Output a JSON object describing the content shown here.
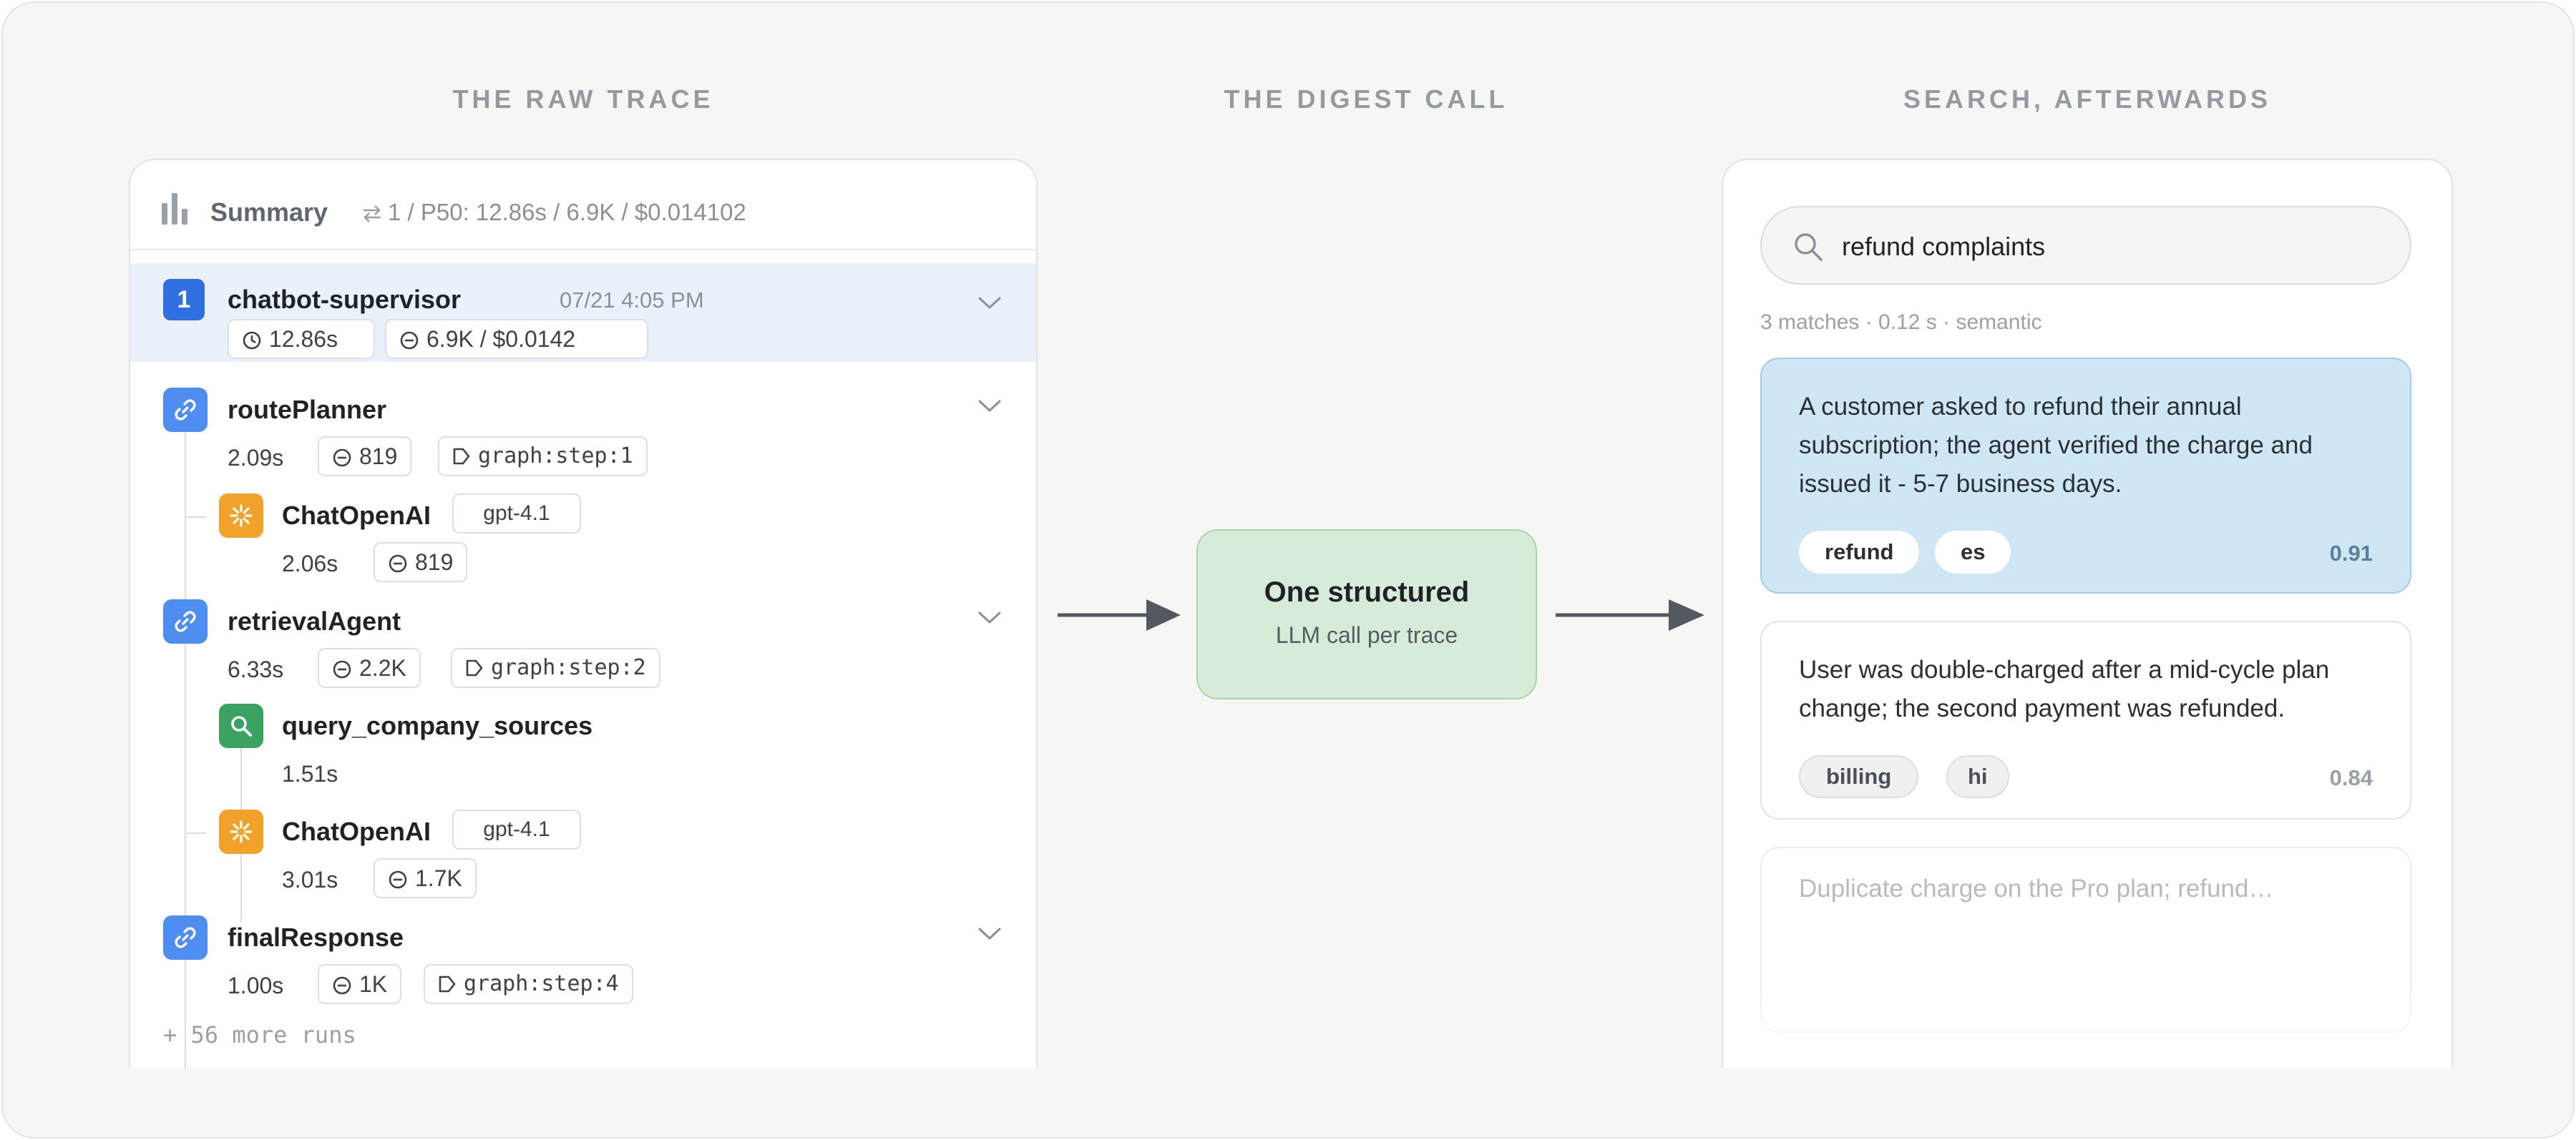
{
  "columns": {
    "raw_trace": "THE RAW TRACE",
    "digest_call": "THE DIGEST CALL",
    "search": "SEARCH, AFTERWARDS"
  },
  "summary": {
    "title": "Summary",
    "meta": "1 / P50: 12.86s / 6.9K / $0.014102"
  },
  "root_run": {
    "number": "1",
    "name": "chatbot-supervisor",
    "timestamp": "07/21 4:05 PM",
    "duration": "12.86s",
    "tokens_cost": "6.9K / $0.0142"
  },
  "nodes": {
    "route_planner": {
      "name": "routePlanner",
      "duration": "2.09s",
      "tokens": "819",
      "tag": "graph:step:1"
    },
    "chat1": {
      "name": "ChatOpenAI",
      "model": "gpt-4.1",
      "duration": "2.06s",
      "tokens": "819"
    },
    "retrieval": {
      "name": "retrievalAgent",
      "duration": "6.33s",
      "tokens": "2.2K",
      "tag": "graph:step:2"
    },
    "query": {
      "name": "query_company_sources",
      "duration": "1.51s"
    },
    "chat2": {
      "name": "ChatOpenAI",
      "model": "gpt-4.1",
      "duration": "3.01s",
      "tokens": "1.7K"
    },
    "final": {
      "name": "finalResponse",
      "duration": "1.00s",
      "tokens": "1K",
      "tag": "graph:step:4"
    }
  },
  "more_runs": "+ 56 more runs",
  "digest": {
    "title": "One structured",
    "subtitle": "LLM call per trace"
  },
  "search": {
    "query": "refund complaints",
    "meta": "3 matches · 0.12 s · semantic"
  },
  "results": [
    {
      "text": "A customer asked to refund their annual subscription; the agent verified the charge and issued it - 5-7 business days.",
      "tags": [
        "refund",
        "es"
      ],
      "score": "0.91"
    },
    {
      "text": "User was double-charged after a mid-cycle plan change; the second payment was refunded.",
      "tags": [
        "billing",
        "hi"
      ],
      "score": "0.84"
    },
    {
      "text": "Duplicate charge on the Pro plan; refund…"
    }
  ],
  "colors": {
    "accent_blue": "#2f6fe0",
    "node_blue": "#4e8ef0",
    "node_orange": "#f0a22b",
    "node_green": "#3aa364",
    "digest_fill": "#d7ecd8",
    "result_highlight": "#cfe6f5"
  }
}
